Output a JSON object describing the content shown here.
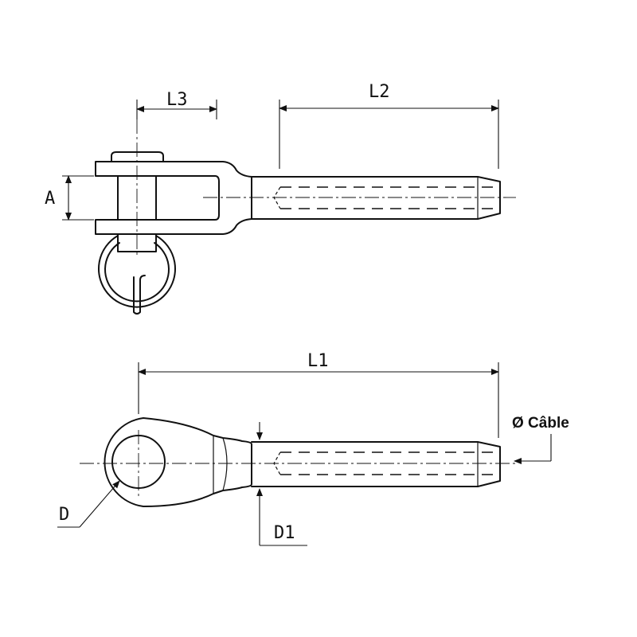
{
  "dimensions": {
    "L3": "L3",
    "L2": "L2",
    "A": "A",
    "L1": "L1",
    "D": "D",
    "D1": "D1",
    "cable": "Ø Câble"
  }
}
